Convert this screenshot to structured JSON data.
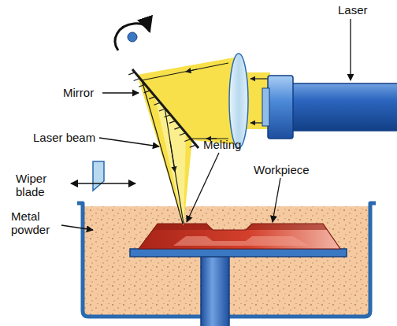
{
  "diagram": {
    "labels": [
      "Laser",
      "Mirror",
      "Laser beam",
      "Melting",
      "Workpiece",
      "Wiper blade",
      "Metal powder"
    ]
  }
}
